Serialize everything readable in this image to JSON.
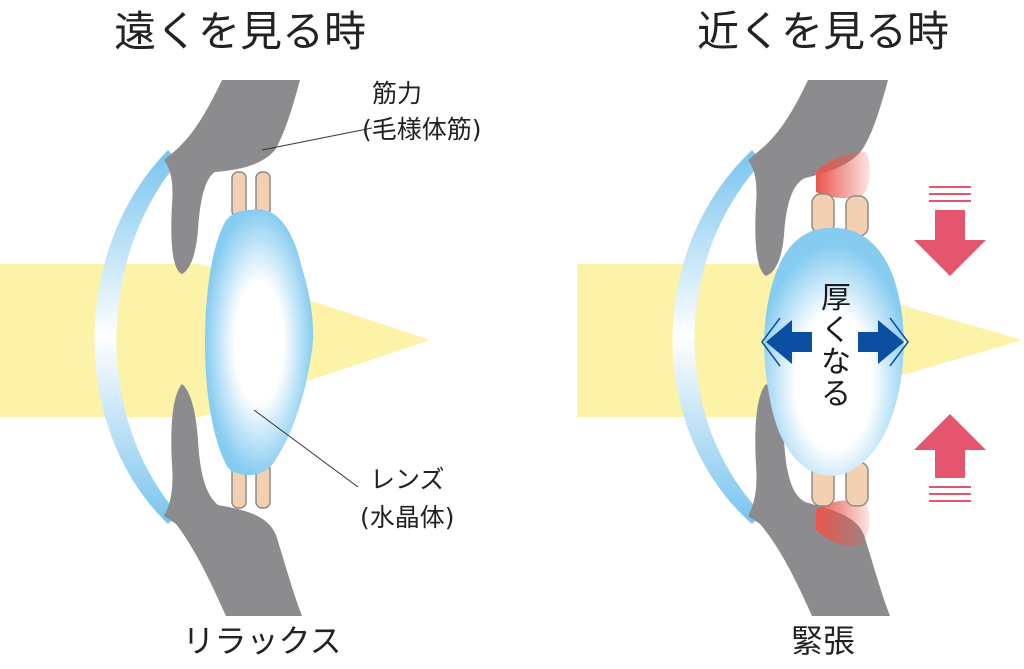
{
  "far": {
    "title": "遠くを見る時",
    "muscle_label": "筋力",
    "muscle_sublabel": "(毛様体筋)",
    "lens_label": "レンズ",
    "lens_sublabel": "(水晶体)",
    "state_label": "リラックス"
  },
  "near": {
    "title": "近くを見る時",
    "lens_text_chars": [
      "厚",
      "く",
      "な",
      "る"
    ],
    "state_label": "緊張"
  },
  "colors": {
    "light_beam": "#fcf2a8",
    "tissue_gray": "#8c8c8e",
    "cornea_blue": "#78c4ee",
    "lens_blue": "#86ccf1",
    "fiber_peach": "#f2d0b0",
    "muscle_red": "#e9564b",
    "arrow_pink": "#e5566e",
    "arrow_navy": "#0b4ea2"
  }
}
